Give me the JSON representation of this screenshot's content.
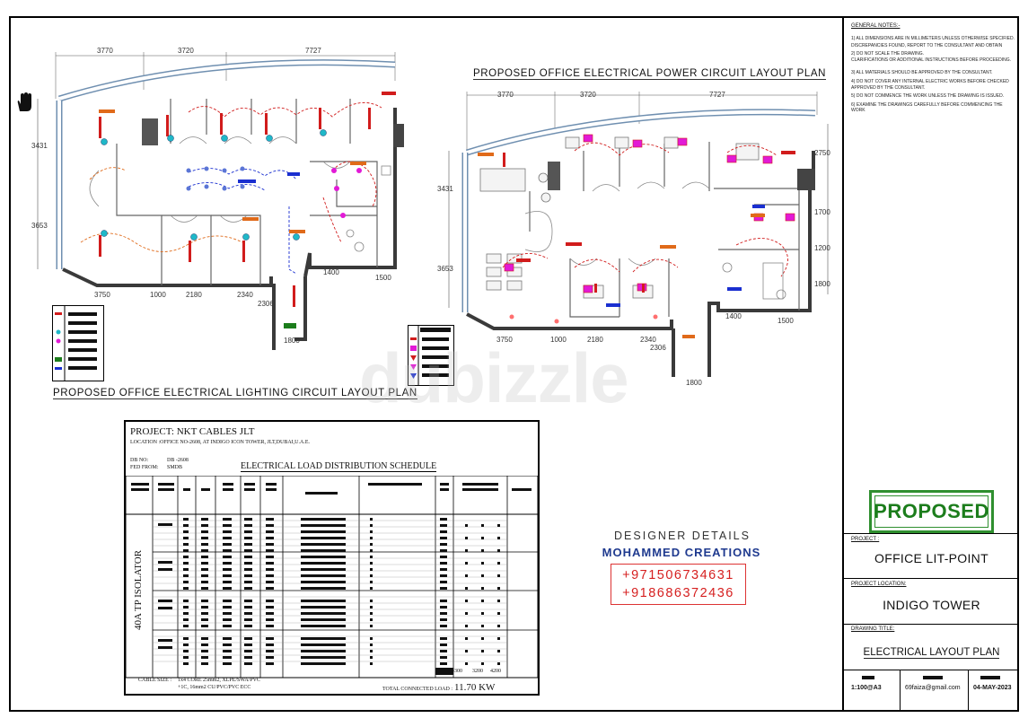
{
  "plans": {
    "lighting_title": "PROPOSED OFFICE ELECTRICAL LIGHTING CIRCUIT LAYOUT PLAN",
    "power_title": "PROPOSED OFFICE ELECTRICAL POWER CIRCUIT LAYOUT PLAN",
    "left_dims": {
      "top": [
        "3770",
        "3720",
        "7727"
      ],
      "side": [
        "3431",
        "3653"
      ],
      "bottom": [
        "3750",
        "1000",
        "2180",
        "2340",
        "2306",
        "1400",
        "1500",
        "1800"
      ]
    },
    "right_dims": {
      "top": [
        "3770",
        "3720",
        "7727"
      ],
      "side": [
        "3431",
        "3653"
      ],
      "right_side": [
        "2750",
        "1700",
        "1200",
        "1800"
      ],
      "bottom": [
        "3750",
        "1000",
        "2180",
        "2340",
        "2306",
        "1400",
        "1500",
        "1800"
      ]
    }
  },
  "notes": {
    "heading": "GENERAL NOTES:-",
    "items": [
      "1) ALL DIMENSIONS ARE IN MILLIMETERS UNLESS OTHERWISE SPECIFIED.",
      "DISCREPANCIES FOUND, REPORT TO THE CONSULTANT AND OBTAIN",
      "2) DO NOT SCALE THE DRAWING.",
      "CLARIFICATIONS OR ADDITIONAL INSTRUCTIONS BEFORE PROCEEDING.",
      "3) ALL MATERIALS SHOULD BE APPROVED BY THE CONSULTANT.",
      "4) DO NOT COVER ANY INTERNAL ELECTRIC WORKS BEFORE CHECKED",
      "APPROVED BY THE CONSULTANT.",
      "5) DO NOT COMMENCE THE WORK UNLESS THE DRAWING IS ISSUED.",
      "6) EXAMINE THE DRAWINGS CAREFULLY BEFORE COMMENCING THE WORK"
    ]
  },
  "stamp": "PROPOSED",
  "title_block": {
    "project_label": "PROJECT :",
    "project": "OFFICE LIT-POINT",
    "location_label": "PROJECT LOCATION:",
    "location": "INDIGO TOWER",
    "drawing_label": "DRAWING TITLE:",
    "drawing": "ELECTRICAL LAYOUT PLAN",
    "scale": "1:100@A3",
    "email": "69faiza@gmail.com",
    "date": "04-MAY-2023"
  },
  "schedule": {
    "project": "PROJECT:  NKT CABLES JLT",
    "location": "LOCATION :OFFICE NO-2608, AT INDIGO ICON TOWER, JLT,DUBAI,U.A.E.",
    "db_no_label": "DB NO:",
    "db_no": "DB -2608",
    "fed_from_label": "FED FROM:",
    "fed_from": "SMDB",
    "title": "ELECTRICAL LOAD DISTRIBUTION SCHEDULE",
    "isolator": "40A TP ISOLATOR",
    "cable_size_label": "CABLE SIZE :",
    "cable_size_1": "1x4 CORE 25mm2, XLPE/SWA/PVC",
    "cable_size_2": "+1C, 16mm2 CU/PVC/PVC ECC",
    "total_label": "TOTAL CONNECTED LOAD :",
    "total_value": "11.70  KW",
    "phase_totals": [
      "4300",
      "3200",
      "4200"
    ]
  },
  "designer": {
    "heading": "DESIGNER DETAILS",
    "name": "MOHAMMED CREATIONS",
    "phone1": "+971506734631",
    "phone2": "+918686372436"
  },
  "watermark": "dubizzle",
  "colors": {
    "wall": "#3a3a3a",
    "glass": "#6f8fb0",
    "red": "#d11c1c",
    "orange": "#e06a1a",
    "blue": "#1a2fd0",
    "magenta": "#e21ad6",
    "cyan": "#1fb8c8",
    "stamp_green": "#1c7d1c"
  }
}
